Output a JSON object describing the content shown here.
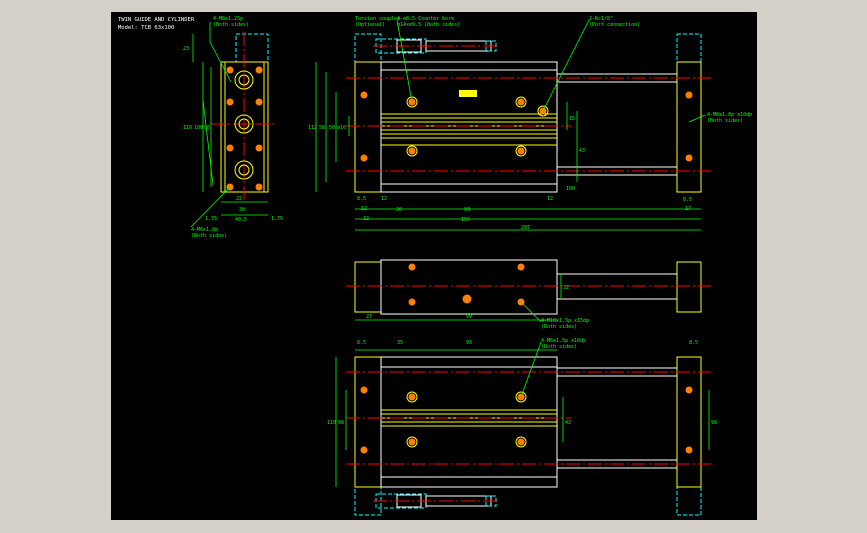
{
  "title": {
    "line1": "TWIN GUIDE AND CYLINDER",
    "line2": "Model: TCB 63x100"
  },
  "notes": {
    "side_top": "4-M8x1.25p",
    "side_top_sub": "(Both sides)",
    "side_bottom": "4-M6x1.0p",
    "side_bottom_sub": "(Both sides)",
    "top_left_a": "Torsion coupler",
    "top_left_a_sub": "(Optional)",
    "top_left_b": "4-ø8.5 Counter bore",
    "top_left_b_sub": "ø14xø9.5 (Both sides)",
    "top_right": "2-Rc1/8\"",
    "top_right_sub": "(Port connection)",
    "right_note": "4-M8x1.0p x10dp",
    "right_note_sub": "(Both sides)",
    "mid_note": "4-M10x1.5p x15dp",
    "mid_note_sub": "(Both sides)",
    "bottom_note": "4-M6x1.5p x10dp",
    "bottom_note_sub": "(Both sides)"
  },
  "dims": {
    "d_23": "23",
    "d_110": "110",
    "d_100": "100",
    "d_90": "90",
    "d_22": "22",
    "d_30": "30",
    "d_405": "40.5",
    "d_175a": "1.75",
    "d_175b": "1.75",
    "d_112": "112",
    "d_58": "58",
    "d_50": "50",
    "d_phi16": "ø16",
    "d_85a": "8.5",
    "d_12a": "12",
    "d_12b": "12",
    "d_32": "32",
    "d_30b": "30",
    "d_93": "93",
    "d_155": "155",
    "d_297": "297",
    "d_12c": "12",
    "d_15": "15",
    "d_43": "43",
    "d_100b": "100",
    "d_85b": "8.5",
    "d_17": "17",
    "d_27": "27",
    "d_99": "99",
    "d_32b": "32",
    "d_85c": "8.5",
    "d_35": "35",
    "d_93b": "93",
    "d_85d": "8.5",
    "d_110b": "110",
    "d_98": "98",
    "d_42": "42",
    "d_98b": "98"
  }
}
